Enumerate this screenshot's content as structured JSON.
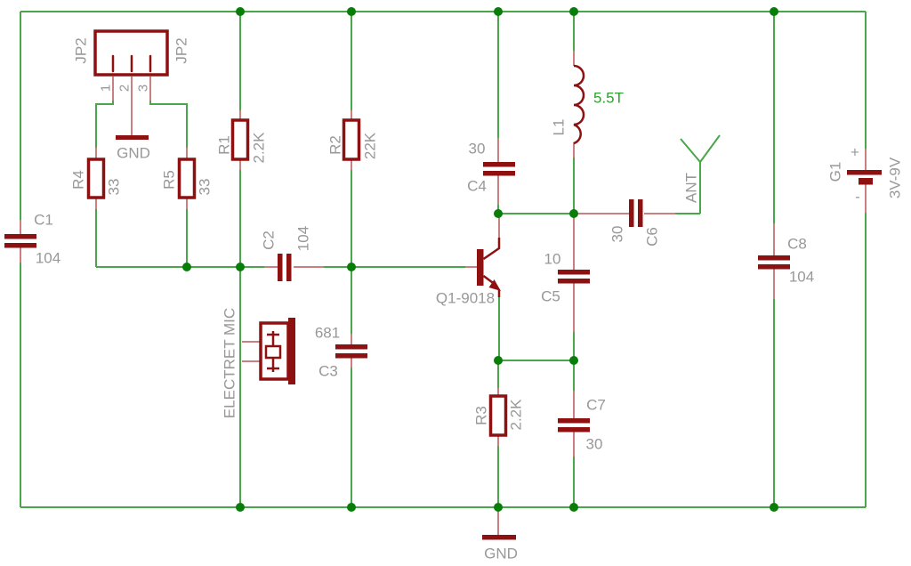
{
  "diagram_type": "circuit-schematic",
  "colors": {
    "wire": "#4aa64a",
    "junction_dot": "#087d08",
    "component_body": "#8e1111",
    "component_pin": "#c98080",
    "label_text": "#989898",
    "green_value_text": "#2da12d",
    "background": "#ffffff"
  },
  "components": {
    "jp2": {
      "ref": "JP2",
      "ref_right": "JP2",
      "pin1": "1",
      "pin2": "2",
      "pin3": "3",
      "gnd": "GND"
    },
    "r1": {
      "ref": "R1",
      "value": "2.2K"
    },
    "r2": {
      "ref": "R2",
      "value": "22K"
    },
    "r3": {
      "ref": "R3",
      "value": "2.2K"
    },
    "r4": {
      "ref": "R4",
      "value": "33"
    },
    "r5": {
      "ref": "R5",
      "value": "33"
    },
    "c1": {
      "ref": "C1",
      "value": "104"
    },
    "c2": {
      "ref": "C2",
      "value": "104"
    },
    "c3": {
      "ref": "C3",
      "value": "681"
    },
    "c4": {
      "ref": "C4",
      "value": "30"
    },
    "c5": {
      "ref": "C5",
      "value": "10"
    },
    "c6": {
      "ref": "C6",
      "value": "30"
    },
    "c7": {
      "ref": "C7",
      "value": "30"
    },
    "c8": {
      "ref": "C8",
      "value": "104"
    },
    "l1": {
      "ref": "L1",
      "value": "5.5T"
    },
    "q1": {
      "ref": "Q1-9018"
    },
    "mic": {
      "label": "ELECTRET MIC"
    },
    "ant": {
      "label": "ANT"
    },
    "g1": {
      "ref": "G1",
      "value": "3V-9V",
      "plus": "+",
      "minus": "-"
    },
    "gnd_main": {
      "label": "GND"
    }
  }
}
